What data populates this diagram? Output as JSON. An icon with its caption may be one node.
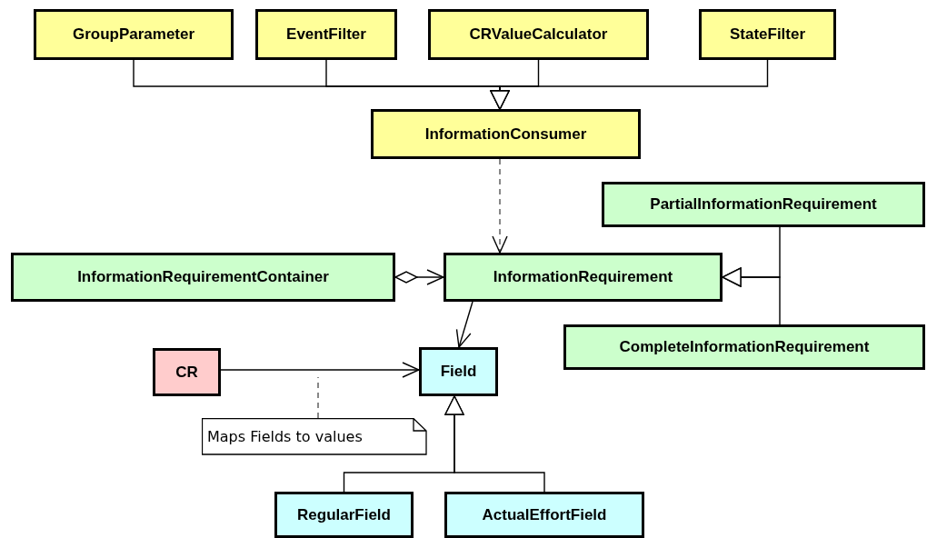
{
  "diagram": {
    "nodes": [
      {
        "text": [
          "GroupParameter"
        ]
      },
      {
        "text": [
          "EventFilter"
        ]
      },
      {
        "text": [
          "CRValueCalculator"
        ]
      },
      {
        "text": [
          "StateFilter"
        ]
      },
      {
        "text": [
          "InformationConsumer"
        ]
      },
      {
        "text": [
          "PartialInformationRequirement"
        ]
      },
      {
        "text": [
          "InformationRequirementContainer"
        ]
      },
      {
        "text": [
          "InformationRequirement"
        ]
      },
      {
        "text": [
          "CompleteInformationRequirement"
        ]
      },
      {
        "text": [
          "CR"
        ]
      },
      {
        "text": [
          "Field"
        ]
      },
      {
        "text": [
          "Maps Fields to values"
        ]
      },
      {
        "text": [
          "RegularField"
        ]
      },
      {
        "text": [
          "ActualEffortField"
        ]
      }
    ],
    "edges": [
      {
        "from": 0,
        "to": 4,
        "arrow": "to"
      },
      {
        "from": 1,
        "to": 4,
        "arrow": "to"
      },
      {
        "from": 2,
        "to": 4,
        "arrow": "to"
      },
      {
        "from": 3,
        "to": 4,
        "arrow": "to"
      },
      {
        "from": 4,
        "to": 7,
        "arrow": "to",
        "style": "dashed",
        "color": "#555555"
      },
      {
        "from": 6,
        "to": 7,
        "arrow": "to"
      },
      {
        "from": 5,
        "to": 7,
        "arrow": "to"
      },
      {
        "from": 8,
        "to": 7,
        "arrow": "to"
      },
      {
        "from": 7,
        "to": 10,
        "arrow": "to"
      },
      {
        "from": 9,
        "to": 10,
        "arrow": "to"
      },
      {
        "from": 11,
        "to": null,
        "arrow": "none",
        "style": "dashed",
        "color": "#555555"
      },
      {
        "from": 12,
        "to": 10,
        "arrow": "to"
      },
      {
        "from": 13,
        "to": 10,
        "arrow": "to"
      }
    ]
  }
}
